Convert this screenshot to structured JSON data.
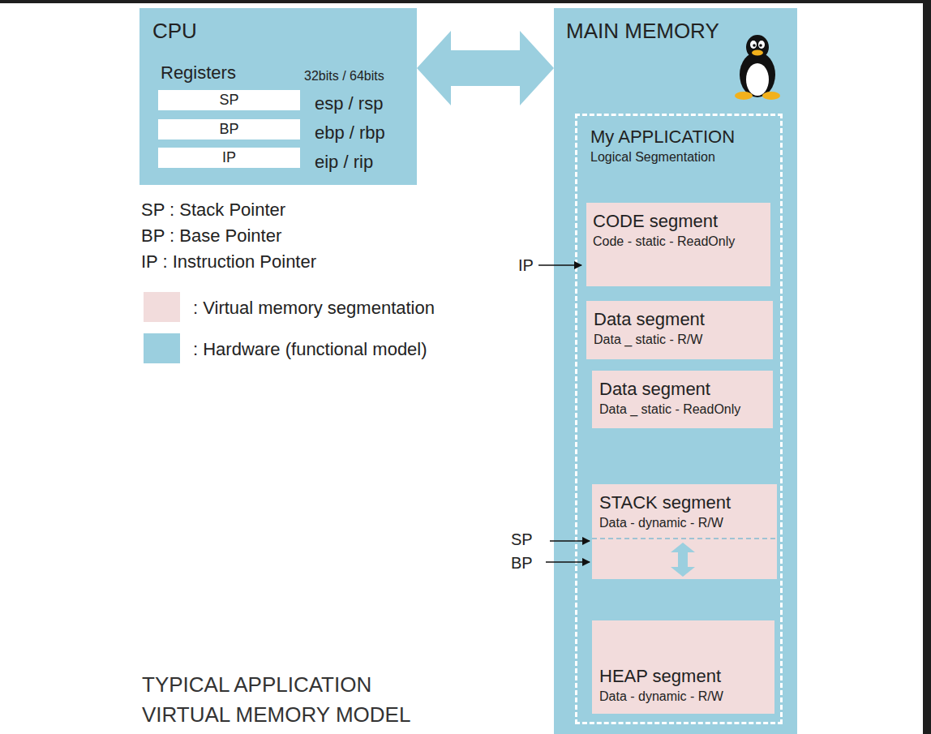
{
  "diagram": {
    "caption": "TYPICAL APPLICATION VIRTUAL MEMORY MODEL",
    "nodes": [
      {
        "text": [
          "CPU"
        ]
      },
      {
        "text": [
          "SP"
        ],
        "in": 0
      },
      {
        "text": [
          "BP"
        ],
        "in": 0
      },
      {
        "text": [
          "IP"
        ],
        "in": 0
      },
      {
        "text": [
          "MAIN MEMORY"
        ]
      },
      {
        "text": [
          "My APPLICATION",
          "Logical Segmentation"
        ],
        "in": 4
      },
      {
        "text": [
          "CODE segment",
          "Code - static - ReadOnly"
        ],
        "in": 5
      },
      {
        "text": [
          "Data segment",
          "Data _ static - R/W"
        ],
        "in": 5
      },
      {
        "text": [
          "Data segment",
          "Data _ static - ReadOnly"
        ],
        "in": 5
      },
      {
        "text": [
          "STACK segment",
          "Data - dynamic - R/W"
        ],
        "in": 5
      },
      {
        "text": [
          "HEAP segment",
          "Data - dynamic - R/W"
        ],
        "in": 5
      }
    ],
    "edges": [
      {
        "from": 0,
        "to": 4,
        "arrow": "both"
      },
      {
        "from": 9,
        "to": 10,
        "arrow": "both"
      }
    ],
    "labels": [
      "Registers",
      "32bits / 64bits",
      "esp / rsp",
      "ebp / rbp",
      "eip / rip",
      "SP : Stack Pointer",
      "BP : Base Pointer",
      "IP : Instruction Pointer",
      "IP",
      "SP",
      "BP"
    ],
    "legend": [
      {
        "text": ": Virtual memory segmentation",
        "color": "#f2dcdc"
      },
      {
        "text": ": Hardware (functional model)",
        "color": "#9bcfdf"
      }
    ]
  }
}
